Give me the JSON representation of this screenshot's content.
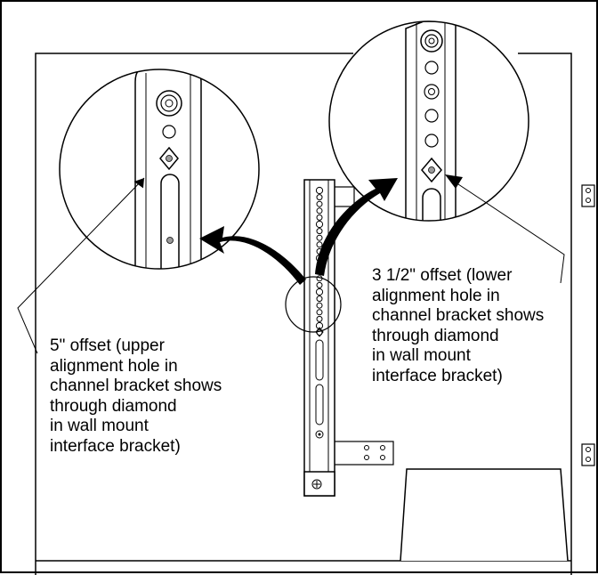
{
  "figure": {
    "callout_upper_offset": {
      "lines": [
        "5\" offset (upper",
        "alignment hole in",
        "channel bracket shows",
        "through diamond",
        "in wall mount",
        "interface bracket)"
      ]
    },
    "callout_lower_offset": {
      "lines": [
        "3 1/2\" offset (lower",
        "alignment hole in",
        "channel bracket shows",
        "through diamond",
        "in wall mount",
        "interface bracket)"
      ]
    },
    "colors": {
      "line": "#000000",
      "background": "#ffffff",
      "hole_fill": "#9a9a9a"
    }
  }
}
